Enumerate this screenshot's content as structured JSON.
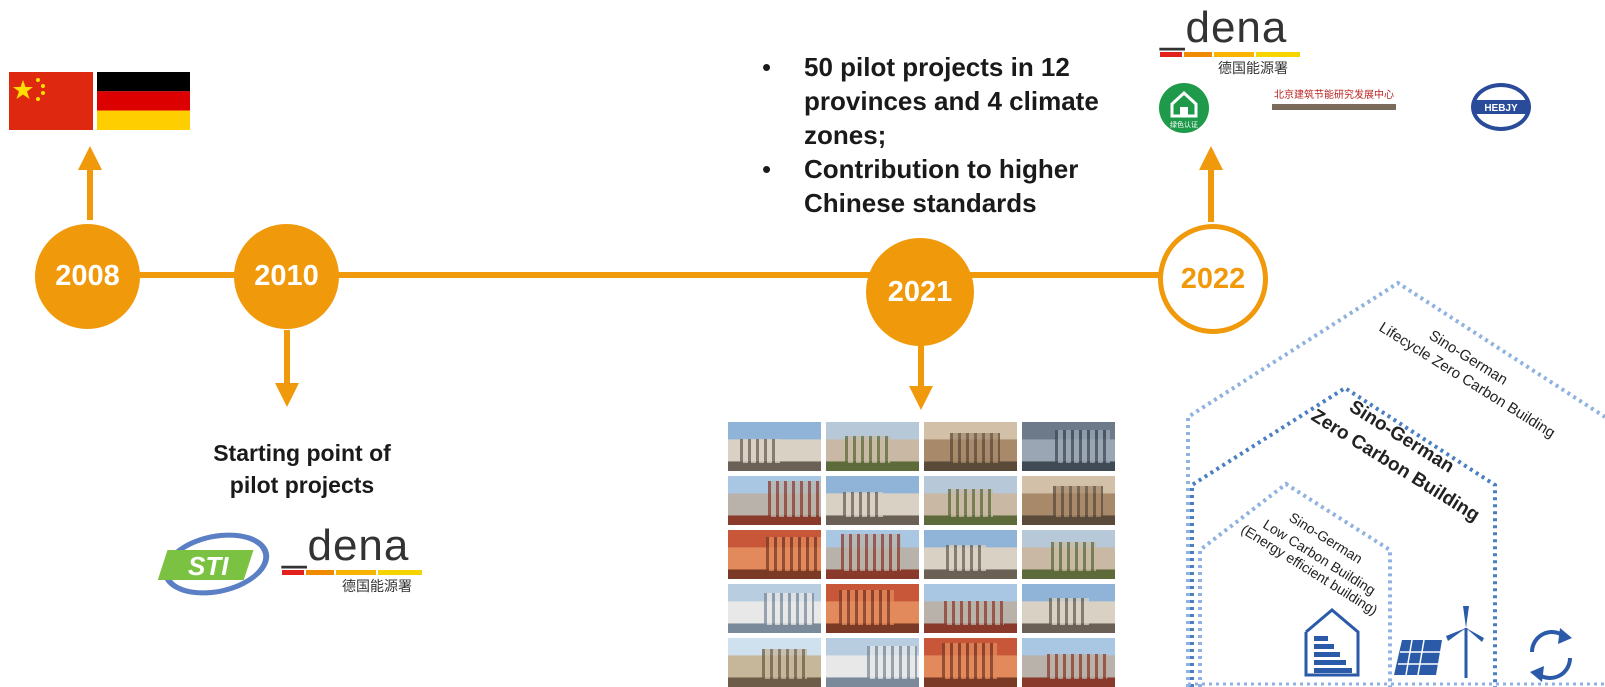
{
  "timeline": {
    "years": [
      "2008",
      "2010",
      "2021",
      "2022"
    ],
    "line_color": "#f0990a"
  },
  "event_2010": {
    "caption_line1": "Starting point of",
    "caption_line2": "pilot projects",
    "logos": [
      "STI-logo",
      "dena-logo"
    ]
  },
  "event_2021": {
    "bullets": [
      "50 pilot projects in 12 provinces and 4 climate zones;",
      "Contribution to higher Chinese standards"
    ],
    "photo_grid": {
      "rows": 5,
      "cols": 4
    }
  },
  "logos": {
    "dena_word": "_dena",
    "dena_sub": "德国能源署",
    "beijing_text": "北京建筑节能研究发展中心",
    "hebjy_text": "HEBJY",
    "green_logo_text": "绿色认证"
  },
  "house_diagram": {
    "outer_label_1": "Sino-German",
    "outer_label_2": "Lifecycle Zero Carbon Building",
    "middle_label_1": "Sino-German",
    "middle_label_2": "Zero Carbon Building",
    "inner_label_1": "Sino-German",
    "inner_label_2": "Low Carbon Building",
    "inner_label_3": "(Energy efficient building)",
    "border_color": "#4a7fc1"
  },
  "flags": [
    "china-flag",
    "germany-flag"
  ]
}
